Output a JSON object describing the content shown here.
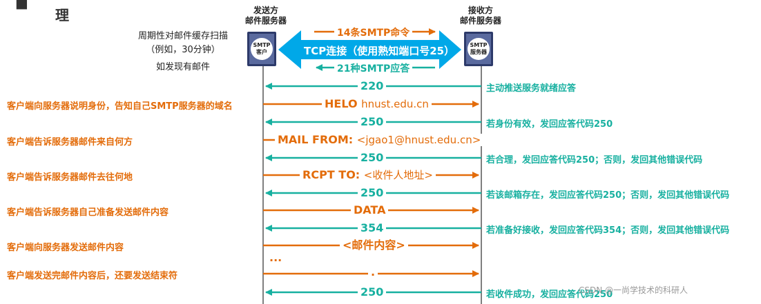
{
  "title": {
    "frag1": "■",
    "frag2": "理"
  },
  "sender": {
    "header_line1": "发送方",
    "header_line2": "邮件服务器",
    "box_line1": "SMTP",
    "box_line2": "客户"
  },
  "receiver": {
    "header_line1": "接收方",
    "header_line2": "邮件服务器",
    "box_line1": "SMTP",
    "box_line2": "服务器"
  },
  "left_top_notes": {
    "line1": "周期性对邮件缓存扫描",
    "line2": "（例如，30分钟）",
    "line3": "如发现有邮件"
  },
  "top_messages": {
    "commands": "14条SMTP命令",
    "tcp": "TCP连接（使用熟知端口号25）",
    "replies": "21种SMTP应答"
  },
  "messages": [
    {
      "id": "m1",
      "dir": "reply",
      "text": "220",
      "param": "",
      "left": "",
      "right": "主动推送服务就绪应答"
    },
    {
      "id": "m2",
      "dir": "cmd",
      "text": "HELO",
      "param": "hnust.edu.cn",
      "left": "客户端向服务器说明身份，告知自己SMTP服务器的域名",
      "right": ""
    },
    {
      "id": "m3",
      "dir": "reply",
      "text": "250",
      "param": "",
      "left": "",
      "right": "若身份有效，发回应答代码250"
    },
    {
      "id": "m4",
      "dir": "cmd",
      "text": "MAIL FROM:",
      "param": "<jgao1@hnust.edu.cn>",
      "left": "客户端告诉服务器邮件来自何方",
      "right": ""
    },
    {
      "id": "m5",
      "dir": "reply",
      "text": "250",
      "param": "",
      "left": "",
      "right": "若合理，发回应答代码250；否则，发回其他错误代码"
    },
    {
      "id": "m6",
      "dir": "cmd",
      "text": "RCPT TO:",
      "param": "<收件人地址>",
      "left": "客户端告诉服务器邮件去往何地",
      "right": ""
    },
    {
      "id": "m7",
      "dir": "reply",
      "text": "250",
      "param": "",
      "left": "",
      "right": "若该邮箱存在，发回应答代码250；否则，发回其他错误代码"
    },
    {
      "id": "m8",
      "dir": "cmd",
      "text": "DATA",
      "param": "",
      "left": "客户端告诉服务器自己准备发送邮件内容",
      "right": ""
    },
    {
      "id": "m9",
      "dir": "reply",
      "text": "354",
      "param": "",
      "left": "",
      "right": "若准备好接收，发回应答代码354；否则，发回其他错误代码"
    },
    {
      "id": "m10",
      "dir": "cmd",
      "text": "<邮件内容>",
      "param": "",
      "left": "客户端向服务器发送邮件内容",
      "right": ""
    },
    {
      "id": "m11",
      "dir": "cmd",
      "text": ".",
      "param": "",
      "left": "客户端发送完邮件内容后，还要发送结束符",
      "right": ""
    },
    {
      "id": "m12",
      "dir": "reply",
      "text": "250",
      "param": "",
      "left": "",
      "right": "若收件成功，发回应答代码250"
    }
  ],
  "ellipsis": "...",
  "watermark": "CSDN @一尚学技术的科研人",
  "colors": {
    "command": "#e36c0a",
    "reply": "#17b0a0",
    "tcp": "#00a8e8",
    "box": "#5a6a9e"
  }
}
